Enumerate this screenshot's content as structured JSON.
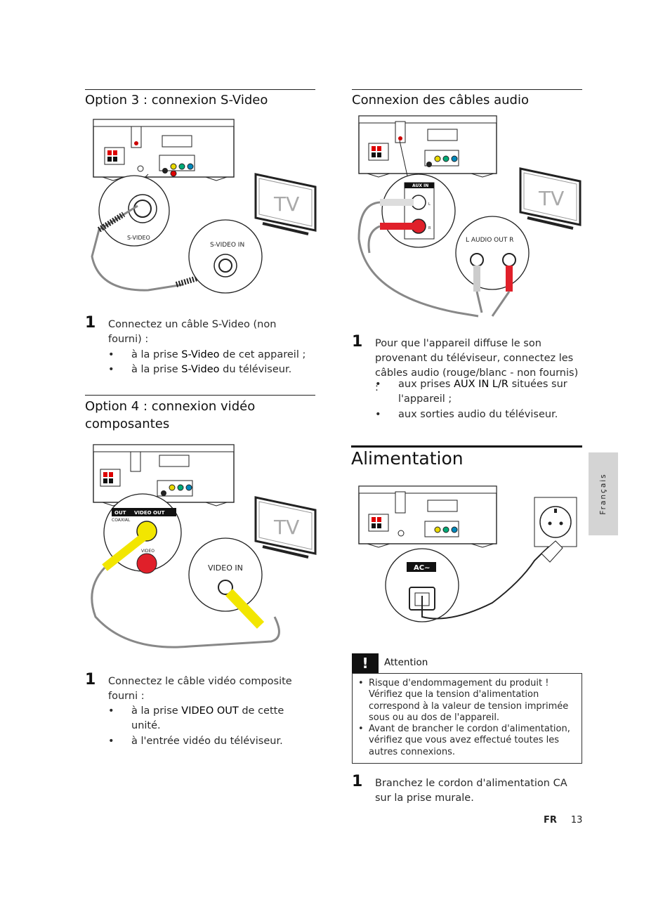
{
  "sections": {
    "svideo": {
      "title": "Option 3 : connexion S-Video",
      "labels": {
        "device_jack": "S-VIDEO",
        "tv_jack": "S-VIDEO IN",
        "tv": "TV"
      },
      "step_number": "1",
      "step_text": "Connectez un câble S-Video (non fourni) :",
      "bullets": [
        {
          "pre": "à la prise ",
          "strong": "S-Video",
          "post": " de cet appareil ;"
        },
        {
          "pre": "à la prise ",
          "strong": "S-Video",
          "post": " du téléviseur."
        }
      ]
    },
    "composite": {
      "title": "Option 4 : connexion vidéo composantes",
      "labels": {
        "coaxial_out": "OUT",
        "coaxial": "COAXIAL",
        "video_out": "VIDEO OUT",
        "video": "VIDEO",
        "tv_jack": "VIDEO IN",
        "tv": "TV"
      },
      "step_number": "1",
      "step_text": "Connectez le câble vidéo composite fourni :",
      "bullets": [
        {
          "pre": "à la prise ",
          "strong": "VIDEO OUT",
          "post": " de cette unité."
        },
        {
          "pre": "à l'entrée vidéo du téléviseur.",
          "strong": "",
          "post": ""
        }
      ]
    },
    "audio": {
      "title": "Connexion des câbles audio",
      "labels": {
        "aux_in": "AUX IN",
        "l": "L",
        "r": "R",
        "tv_jack": "L  AUDIO OUT  R",
        "tv": "TV"
      },
      "step_number": "1",
      "step_text": "Pour que l'appareil diffuse le son provenant du téléviseur, connectez les câbles audio (rouge/blanc - non fournis) :",
      "bullets": [
        {
          "pre": "aux prises ",
          "strong": "AUX IN L/R",
          "post": " situées sur l'appareil ;"
        },
        {
          "pre": "aux sorties audio du téléviseur.",
          "strong": "",
          "post": ""
        }
      ]
    },
    "alimentation": {
      "title": "Alimentation",
      "labels": {
        "ac": "AC~"
      },
      "caution_title": "Attention",
      "caution_items": [
        "Risque d'endommagement du produit ! Vérifiez que la tension d'alimentation correspond à la valeur de tension imprimée sous ou au dos de l'appareil.",
        "Avant de brancher le cordon d'alimentation, vérifiez que vous avez effectué toutes les autres connexions."
      ],
      "step_number": "1",
      "step_text": "Branchez le cordon d'alimentation CA sur la prise murale."
    }
  },
  "side_tab": "Français",
  "footer": {
    "lang": "FR",
    "page": "13"
  },
  "colors": {
    "text": "#1a1a1a",
    "tab": "#d4d4d4",
    "red": "#e0202a",
    "yellow": "#f2e600"
  }
}
